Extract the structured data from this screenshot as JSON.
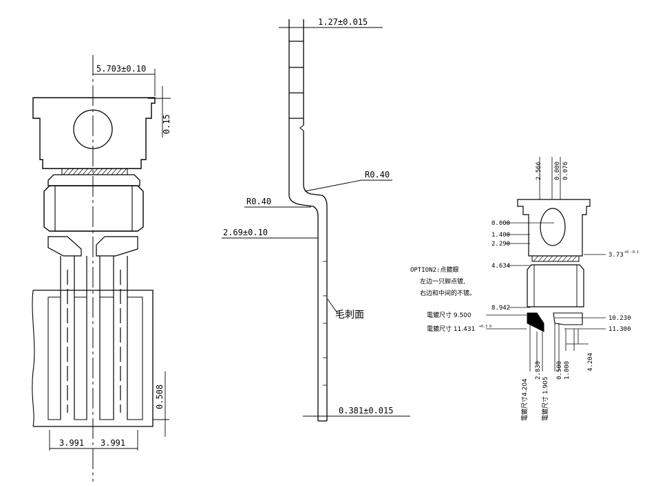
{
  "left_view": {
    "top_width": "5.703±0.10",
    "tab_height": "0.15",
    "pin_gap": "0.508",
    "pitch_left": "3.991",
    "pitch_right": "3.991"
  },
  "side_view": {
    "thickness_top": "1.27±0.015",
    "radius_right": "R0.40",
    "radius_left": "R0.40",
    "offset": "2.69±0.10",
    "burr_label": "毛刺面",
    "thickness_bottom": "0.381±0.015"
  },
  "right_view": {
    "top_dims": [
      "2.566",
      "0.000",
      "0.076"
    ],
    "left_dims": [
      "0.000",
      "1.400",
      "2.290",
      "4.634",
      "8.942"
    ],
    "right_dims": [
      "3.73",
      "10.230",
      "11.300"
    ],
    "right_dim_tol": "+0\n-0.1",
    "plating_1": "電鍍尺寸 9.500",
    "plating_2": "電鍍尺寸 11.431",
    "plating_2_tol": "+0.3\n0",
    "option_title": "OPTION2:点鍍銀",
    "option_line1": "左边一只脚点镀,",
    "option_line2": "右边和中间的不镀。",
    "bottom_dims": [
      "電鍍尺寸4.204",
      "2.830",
      "電鍍尺寸 1.905",
      "0.500",
      "1.000",
      "4.204"
    ]
  }
}
